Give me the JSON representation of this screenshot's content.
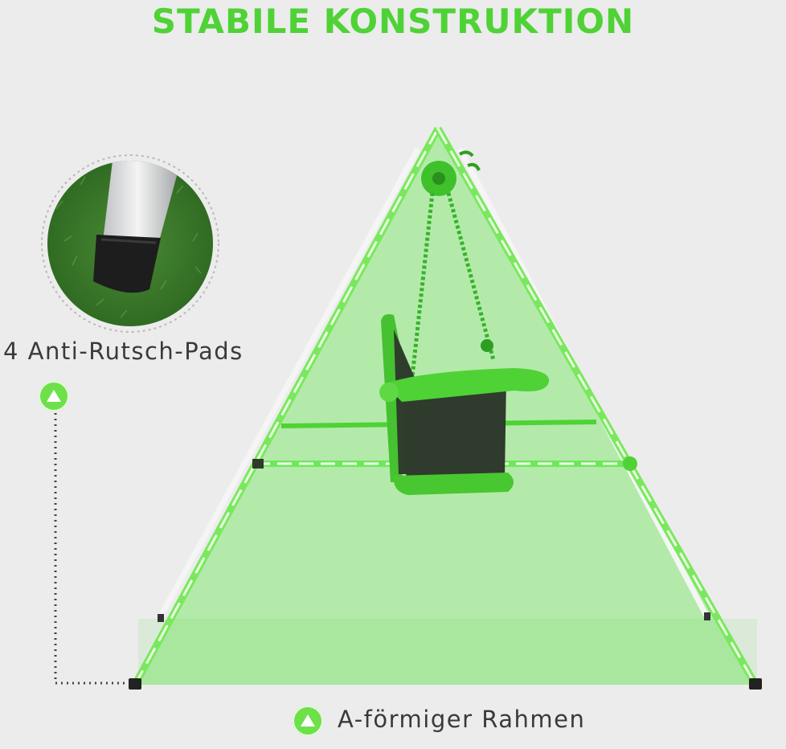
{
  "title": "STABILE KONSTRUKTION",
  "callouts": {
    "pads_label": "4 Anti-Rutsch-Pads",
    "frame_label": "A-förmiger Rahmen"
  },
  "colors": {
    "accent": "#4fd236",
    "background": "#ececec",
    "frame_fill": "#6ee85a",
    "text": "#3a3a3a"
  },
  "icons": {
    "callout_marker": "triangle-in-circle-icon"
  }
}
